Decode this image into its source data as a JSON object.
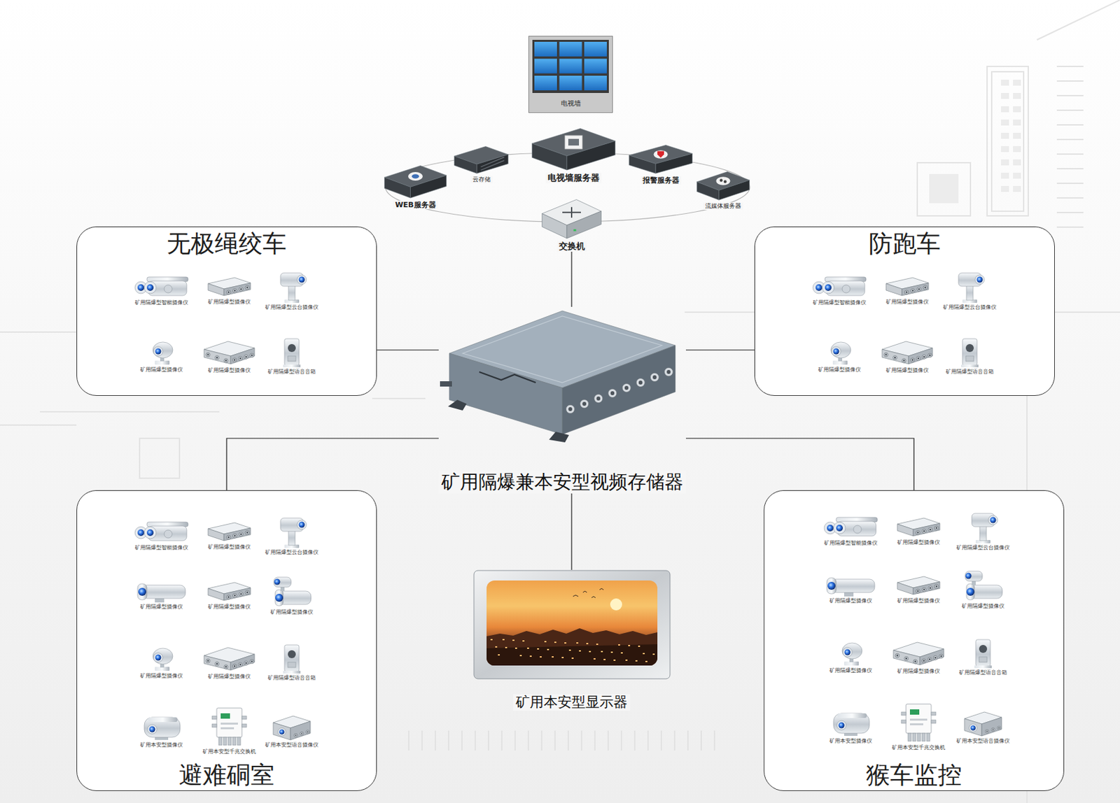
{
  "diagram": {
    "nodes": [
      {
        "text": [
          "电视墙"
        ]
      },
      {
        "text": [
          "WEB服务器"
        ]
      },
      {
        "text": [
          "云存储"
        ]
      },
      {
        "text": [
          "电视墙服务器"
        ]
      },
      {
        "text": [
          "报警服务器"
        ]
      },
      {
        "text": [
          "流媒体服务器"
        ]
      },
      {
        "text": [
          "交换机"
        ]
      },
      {
        "text": [
          "无极绳绞车"
        ]
      },
      {
        "text": [
          "矿用隔爆型智能摄像仪"
        ],
        "in": 7
      },
      {
        "text": [
          "矿用隔爆型摄像仪"
        ],
        "in": 7
      },
      {
        "text": [
          "矿用隔爆型云台摄像仪"
        ],
        "in": 7
      },
      {
        "text": [
          "矿用隔爆型摄像仪"
        ],
        "in": 7
      },
      {
        "text": [
          "矿用隔爆型摄像仪"
        ],
        "in": 7
      },
      {
        "text": [
          "矿用隔爆型语音音箱"
        ],
        "in": 7
      },
      {
        "text": [
          "防跑车"
        ]
      },
      {
        "text": [
          "矿用隔爆型智能摄像仪"
        ],
        "in": 14
      },
      {
        "text": [
          "矿用隔爆型摄像仪"
        ],
        "in": 14
      },
      {
        "text": [
          "矿用隔爆型云台摄像仪"
        ],
        "in": 14
      },
      {
        "text": [
          "矿用隔爆型摄像仪"
        ],
        "in": 14
      },
      {
        "text": [
          "矿用隔爆型摄像仪"
        ],
        "in": 14
      },
      {
        "text": [
          "矿用隔爆型语音音箱"
        ],
        "in": 14
      },
      {
        "text": [
          "矿用隔爆兼本安型视频存储器"
        ]
      },
      {
        "text": [
          "避难硐室"
        ]
      },
      {
        "text": [
          "矿用隔爆型智能摄像仪"
        ],
        "in": 22
      },
      {
        "text": [
          "矿用隔爆型摄像仪"
        ],
        "in": 22
      },
      {
        "text": [
          "矿用隔爆型云台摄像仪"
        ],
        "in": 22
      },
      {
        "text": [
          "矿用隔爆型摄像仪"
        ],
        "in": 22
      },
      {
        "text": [
          "矿用隔爆型摄像仪"
        ],
        "in": 22
      },
      {
        "text": [
          "矿用隔爆型摄像仪"
        ],
        "in": 22
      },
      {
        "text": [
          "矿用隔爆型摄像仪"
        ],
        "in": 22
      },
      {
        "text": [
          "矿用隔爆型摄像仪"
        ],
        "in": 22
      },
      {
        "text": [
          "矿用隔爆型语音音箱"
        ],
        "in": 22
      },
      {
        "text": [
          "矿用本安型摄像仪"
        ],
        "in": 22
      },
      {
        "text": [
          "矿用本安型千兆交换机"
        ],
        "in": 22
      },
      {
        "text": [
          "矿用本安型语音摄像仪"
        ],
        "in": 22
      },
      {
        "text": [
          "猴车监控"
        ]
      },
      {
        "text": [
          "矿用隔爆型智能摄像仪"
        ],
        "in": 35
      },
      {
        "text": [
          "矿用隔爆型摄像仪"
        ],
        "in": 35
      },
      {
        "text": [
          "矿用隔爆型云台摄像仪"
        ],
        "in": 35
      },
      {
        "text": [
          "矿用隔爆型摄像仪"
        ],
        "in": 35
      },
      {
        "text": [
          "矿用隔爆型摄像仪"
        ],
        "in": 35
      },
      {
        "text": [
          "矿用隔爆型摄像仪"
        ],
        "in": 35
      },
      {
        "text": [
          "矿用隔爆型摄像仪"
        ],
        "in": 35
      },
      {
        "text": [
          "矿用隔爆型摄像仪"
        ],
        "in": 35
      },
      {
        "text": [
          "矿用隔爆型语音音箱"
        ],
        "in": 35
      },
      {
        "text": [
          "矿用本安型摄像仪"
        ],
        "in": 35
      },
      {
        "text": [
          "矿用本安型千兆交换机"
        ],
        "in": 35
      },
      {
        "text": [
          "矿用本安型语音摄像仪"
        ],
        "in": 35
      },
      {
        "text": [
          "矿用本安型显示器"
        ]
      }
    ],
    "edges": [
      {
        "from": 6,
        "to": 21,
        "arrow": "none"
      },
      {
        "from": 21,
        "to": 7,
        "arrow": "none"
      },
      {
        "from": 21,
        "to": 14,
        "arrow": "none"
      },
      {
        "from": 21,
        "to": 22,
        "arrow": "none"
      },
      {
        "from": 21,
        "to": 35,
        "arrow": "none"
      },
      {
        "from": 21,
        "to": 48,
        "arrow": "none"
      }
    ]
  }
}
